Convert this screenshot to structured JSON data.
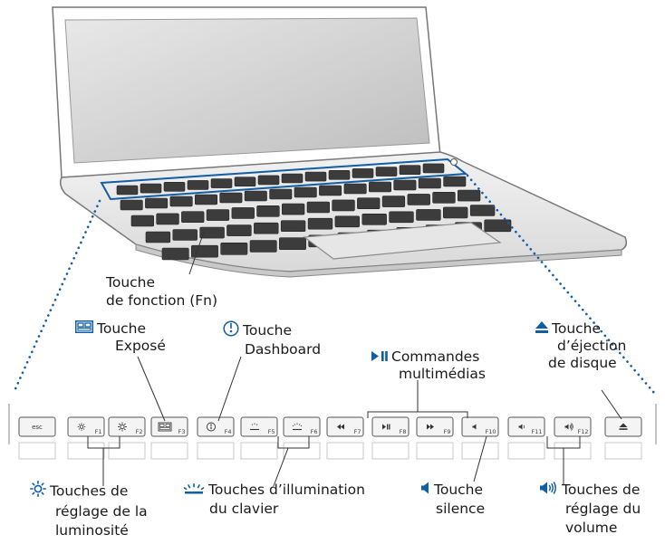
{
  "labels": {
    "fn_key": [
      "Touche",
      "de fonction (Fn)"
    ],
    "expose_key": [
      "Touche",
      "Exposé"
    ],
    "dashboard_key": [
      "Touche",
      "Dashboard"
    ],
    "media_controls": [
      "Commandes",
      "multimédias"
    ],
    "eject_key": [
      "Touche",
      "d’éjection",
      "de disque"
    ],
    "brightness_keys": [
      "Touches de",
      "réglage de la",
      "luminosité"
    ],
    "keyboard_illumination_keys": [
      "Touches d’illumination",
      "du clavier"
    ],
    "mute_key": [
      "Touche",
      "silence"
    ],
    "volume_keys": [
      "Touches de",
      "réglage du",
      "volume"
    ]
  },
  "keys": [
    {
      "id": "esc",
      "name": "esc",
      "fn": ""
    },
    {
      "id": "f1",
      "name": "",
      "fn": "F1"
    },
    {
      "id": "f2",
      "name": "",
      "fn": "F2"
    },
    {
      "id": "f3",
      "name": "",
      "fn": "F3"
    },
    {
      "id": "f4",
      "name": "",
      "fn": "F4"
    },
    {
      "id": "f5",
      "name": "",
      "fn": "F5"
    },
    {
      "id": "f6",
      "name": "",
      "fn": "F6"
    },
    {
      "id": "f7",
      "name": "",
      "fn": "F7"
    },
    {
      "id": "f8",
      "name": "",
      "fn": "F8"
    },
    {
      "id": "f9",
      "name": "",
      "fn": "F9"
    },
    {
      "id": "f10",
      "name": "",
      "fn": "F10"
    },
    {
      "id": "f11",
      "name": "",
      "fn": "F11"
    },
    {
      "id": "f12",
      "name": "",
      "fn": "F12"
    },
    {
      "id": "eject",
      "name": "",
      "fn": ""
    }
  ],
  "colors": {
    "accent": "#0f5ea6",
    "key_fill": "#f4f4f4",
    "key_stroke": "#555555"
  }
}
